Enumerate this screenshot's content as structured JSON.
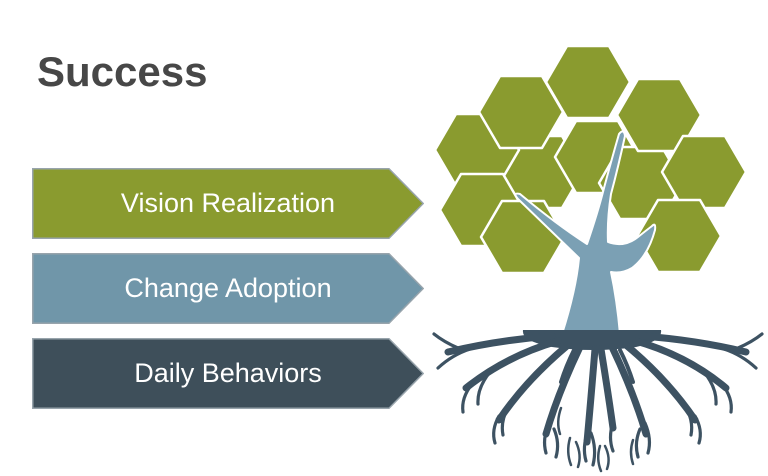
{
  "slide": {
    "title": "Success",
    "arrows": [
      {
        "label": "Vision Realization"
      },
      {
        "label": "Change Adoption"
      },
      {
        "label": "Daily Behaviors"
      }
    ]
  },
  "theme": {
    "background": "#FFFFFF",
    "title-color": "#474747",
    "label-color": "#FFFFFF",
    "arrow-olive": "#8A9B2F",
    "arrow-steel": "#7096A9",
    "arrow-slate": "#3E4F5A",
    "arrow-outline": "#98A4AC",
    "canopy-green": "#8A9B2F",
    "hex-border": "#FFFFFF",
    "trunk-blue": "#7BA0B4",
    "roots-slate": "#3D5262"
  }
}
